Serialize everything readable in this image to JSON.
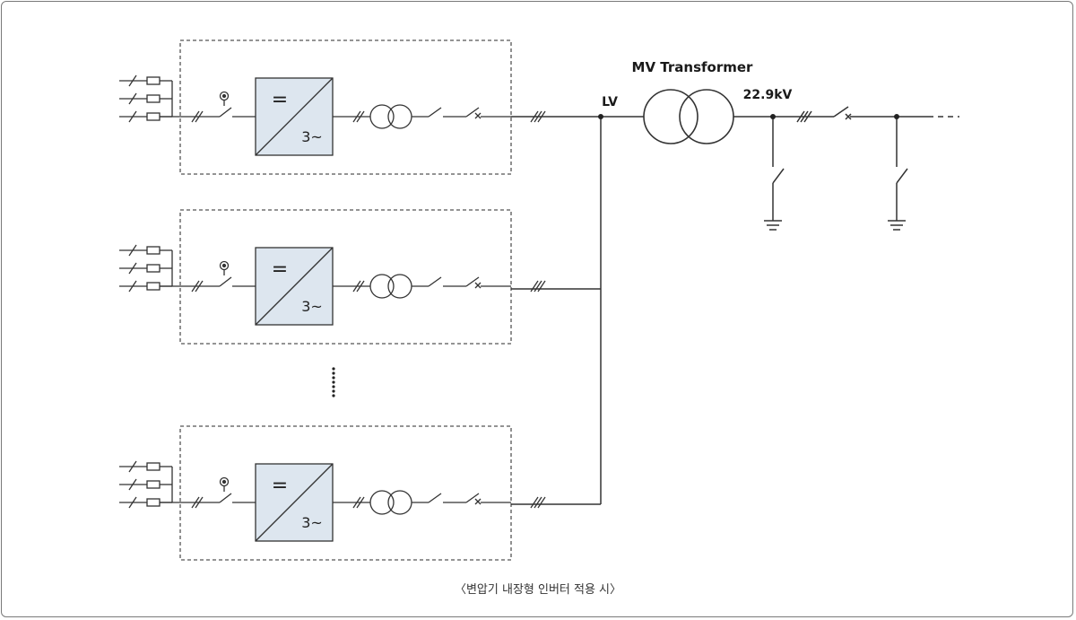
{
  "diagram": {
    "labels": {
      "mv_transformer": "MV Transformer",
      "lv": "LV",
      "voltage": "22.9kV"
    },
    "inverter": {
      "dc_symbol": "=",
      "ac_symbol": "3~"
    },
    "ellipsis": "⋮",
    "caption": "〈변압기 내장형 인버터 적용 시〉"
  }
}
